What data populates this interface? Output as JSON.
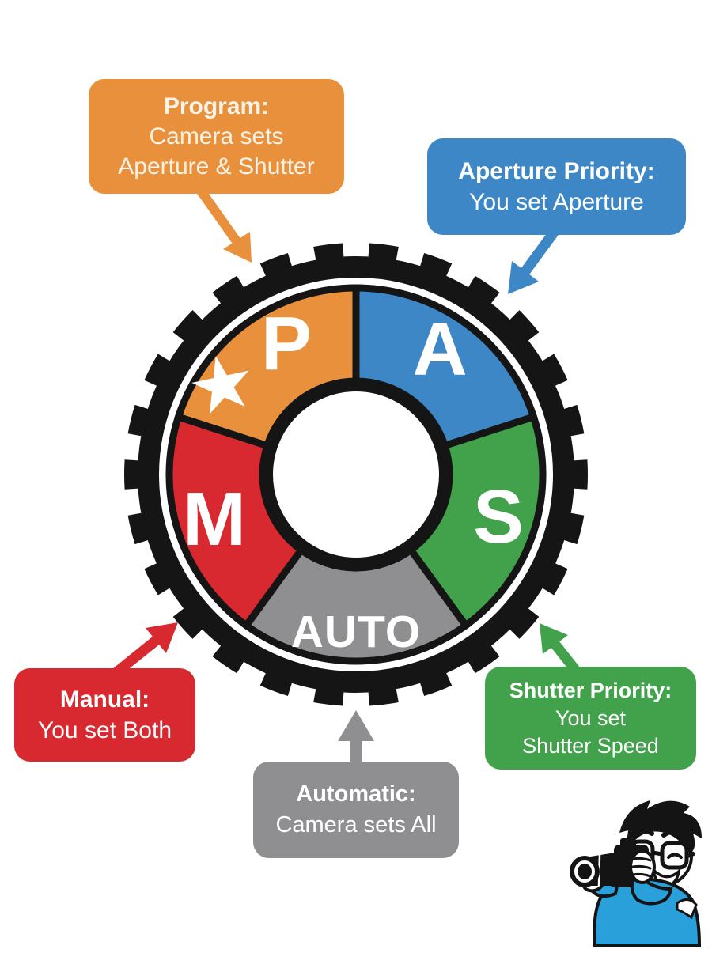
{
  "page": {
    "background": "#FFFFFF"
  },
  "dial": {
    "rim_color": "#151515",
    "center_color": "#FFFFFF",
    "star_icon": "★",
    "segments": [
      {
        "id": "aperture",
        "label": "A",
        "color": "#3D87C7"
      },
      {
        "id": "shutter",
        "label": "S",
        "color": "#41A24B"
      },
      {
        "id": "auto",
        "label": "AUTO",
        "color": "#8F8F91"
      },
      {
        "id": "manual",
        "label": "M",
        "color": "#D7292F"
      },
      {
        "id": "program",
        "label": "P",
        "color": "#E8903C"
      }
    ]
  },
  "callouts": {
    "program": {
      "title": "Program:",
      "line1": "Camera sets",
      "line2": "Aperture & Shutter",
      "color": "#E8903C"
    },
    "aperture": {
      "title": "Aperture Priority:",
      "line1": "You set Aperture",
      "color": "#3D87C7"
    },
    "manual": {
      "title": "Manual:",
      "line1": "You set Both",
      "color": "#D7292F"
    },
    "automatic": {
      "title": "Automatic:",
      "line1": "Camera sets All",
      "color": "#8F8F91"
    },
    "shutter": {
      "title": "Shutter Priority:",
      "line1": "You set",
      "line2": "Shutter Speed",
      "color": "#41A24B"
    }
  },
  "photographer": {
    "shirt_color": "#2AA0DB",
    "outline_color": "#141414"
  }
}
